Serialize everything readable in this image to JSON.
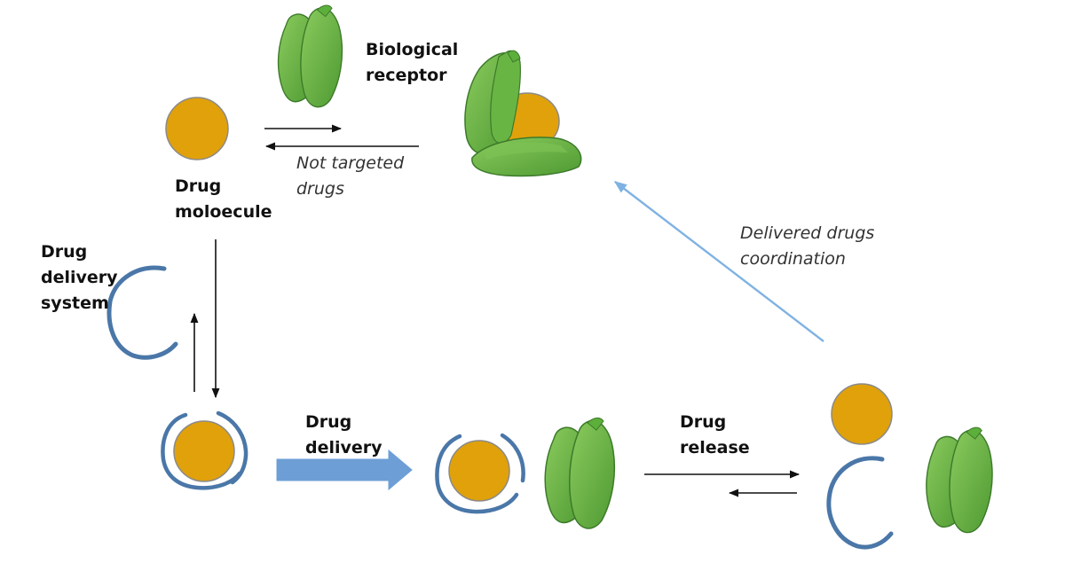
{
  "labels": {
    "biological_receptor": [
      "Biological",
      "receptor"
    ],
    "not_targeted": [
      "Not targeted",
      "drugs"
    ],
    "drug_molecule": [
      "Drug",
      "moloecule"
    ],
    "delivered_drugs": [
      "Delivered drugs",
      "coordination"
    ],
    "drug_delivery_system": [
      "Drug",
      "delivery",
      "system"
    ],
    "drug_delivery": [
      "Drug",
      "delivery"
    ],
    "drug_release": [
      "Drug",
      "release"
    ]
  },
  "colors": {
    "drug_fill": "#E0A10B",
    "drug_stroke": "#8A8A8A",
    "receptor_fill": "#5DAF3B",
    "receptor_light": "#7CC254",
    "receptor_stroke": "#3C7A2A",
    "carrier": "#4A77A8",
    "block_arrow": "#6D9FD6",
    "thin_arrow": "#111111",
    "coordination_arrow": "#7FB2E2"
  },
  "icons": [
    "receptor-icon",
    "drug-molecule-icon",
    "carrier-icon",
    "block-arrow-icon",
    "equilibrium-arrows-icon"
  ]
}
